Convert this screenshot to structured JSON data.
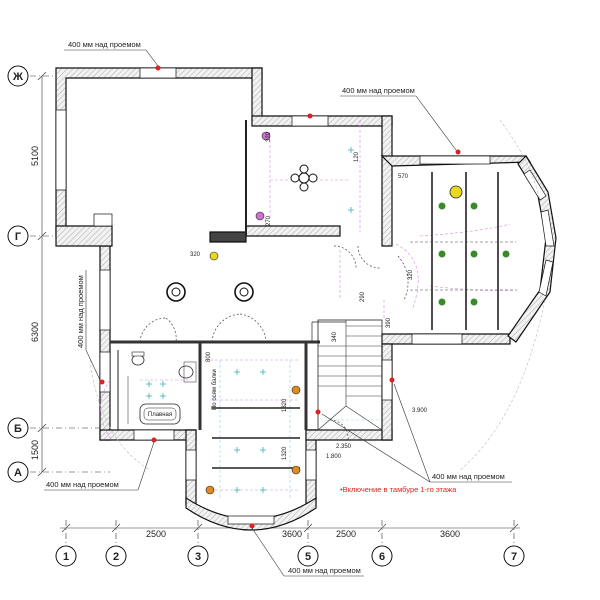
{
  "notes": {
    "above_opening": "400 мм над проемом",
    "switch_vestibule": "•Включение в тамбуре 1-го этажа",
    "along_beams": "По осям балки"
  },
  "axes": {
    "horizontal": [
      "1",
      "2",
      "3",
      "5",
      "6",
      "7"
    ],
    "vertical": [
      "Ж",
      "Г",
      "Б",
      "А"
    ]
  },
  "dimensions": {
    "bottom": [
      "2500",
      "3600",
      "2500",
      "3600"
    ],
    "left": [
      "5100",
      "6300",
      "1500"
    ],
    "inner": {
      "d320a": "320",
      "d320b": "320",
      "d270": "270",
      "d120": "120",
      "d570": "570",
      "d800": "800",
      "d1320a": "1320",
      "d1320b": "1320",
      "d3900": "3.900",
      "d2350": "2.350",
      "d1800": "1.800",
      "d390": "390",
      "d340": "340",
      "d290": "290",
      "d320c": "320"
    }
  },
  "labels": {
    "bath": "Плавная"
  },
  "colors": {
    "accent_red": "#e02020",
    "fixture_green": "#3a8a2a",
    "fixture_orange": "#e08a20",
    "fixture_yellow": "#e8d820",
    "fixture_magenta": "#d070d0",
    "fixture_teal": "#40b0b0"
  }
}
